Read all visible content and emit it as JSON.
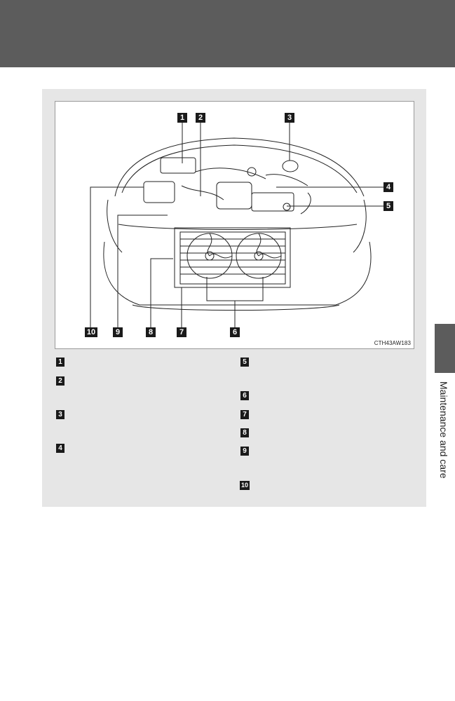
{
  "figure": {
    "callouts": {
      "c1": "1",
      "c2": "2",
      "c3": "3",
      "c4": "4",
      "c5": "5",
      "c6": "6",
      "c7": "7",
      "c8": "8",
      "c9": "9",
      "c10": "10"
    },
    "code": "CTH43AW183"
  },
  "legend": {
    "left": [
      "1",
      "2",
      "3",
      "4"
    ],
    "right": [
      "5",
      "6",
      "7",
      "8",
      "9",
      "10"
    ]
  },
  "side_tab": {
    "label": "Maintenance and care"
  },
  "colors": {
    "band": "#5c5c5c",
    "panel": "#e6e6e6",
    "callout": "#1a1a1a"
  }
}
